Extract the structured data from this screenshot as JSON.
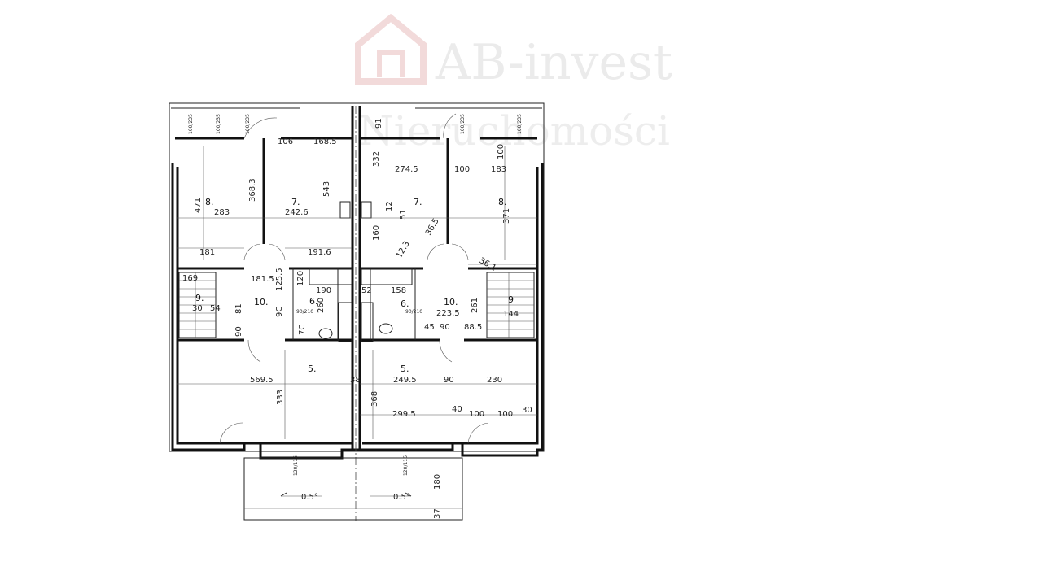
{
  "watermark": {
    "brand": "AB-invest",
    "tagline": "Nieruchomości",
    "logo_icon": "house-logo-icon",
    "color": "#f2dede"
  },
  "rooms": {
    "left": [
      {
        "id": "8.",
        "label": "8."
      },
      {
        "id": "7.",
        "label": "7."
      },
      {
        "id": "10.",
        "label": "10."
      },
      {
        "id": "9.",
        "label": "9."
      },
      {
        "id": "6.",
        "label": "6."
      },
      {
        "id": "5.",
        "label": "5."
      }
    ],
    "right": [
      {
        "id": "7.",
        "label": "7."
      },
      {
        "id": "8.",
        "label": "8."
      },
      {
        "id": "10.",
        "label": "10."
      },
      {
        "id": "9.",
        "label": "9"
      },
      {
        "id": "6.",
        "label": "6."
      },
      {
        "id": "5.",
        "label": "5."
      }
    ]
  },
  "dimensions": {
    "d106": "106",
    "d168_5": "168.5",
    "d332": "332",
    "d274_5": "274.5",
    "d100": "100",
    "d183": "183",
    "d471": "471",
    "d368_3": "368.3",
    "d283": "283",
    "d242_6": "242.6",
    "d543": "543",
    "d371": "371",
    "d181": "181",
    "d191_6": "191.6",
    "d181_5": "181.5",
    "d190": "190",
    "d223_5": "223.5",
    "d261": "261",
    "d144": "144",
    "d569_5": "569.5",
    "d249_5": "249.5",
    "d90": "90",
    "d230": "230",
    "d368": "368",
    "d299_5": "299.5",
    "d40": "40",
    "d100b": "100",
    "d100c": "100",
    "d30": "30",
    "d88_5": "88.5",
    "d45": "45",
    "d180": "180",
    "d37": "37",
    "d333": "333",
    "d38": "38",
    "d91": "91",
    "d160": "160",
    "d12": "12",
    "d51": "51",
    "d158": "158",
    "d52": "52",
    "d120": "120",
    "d260": "260",
    "d81": "81",
    "d90b": "90",
    "d54": "54",
    "d30b": "30",
    "d125_5": "125.5",
    "d9c": "9C",
    "d7c": "7C",
    "d36_1": "36.1",
    "d12_3": "12.3",
    "d36_5": "36.5",
    "d100d": "100",
    "d169": "169",
    "d90c": "90"
  },
  "slopes": {
    "left": "0.5°",
    "right": "0.5°"
  },
  "door_labels": {
    "w100_235": "100/235",
    "w90_210": "90/210",
    "w120_116": "120/116"
  }
}
